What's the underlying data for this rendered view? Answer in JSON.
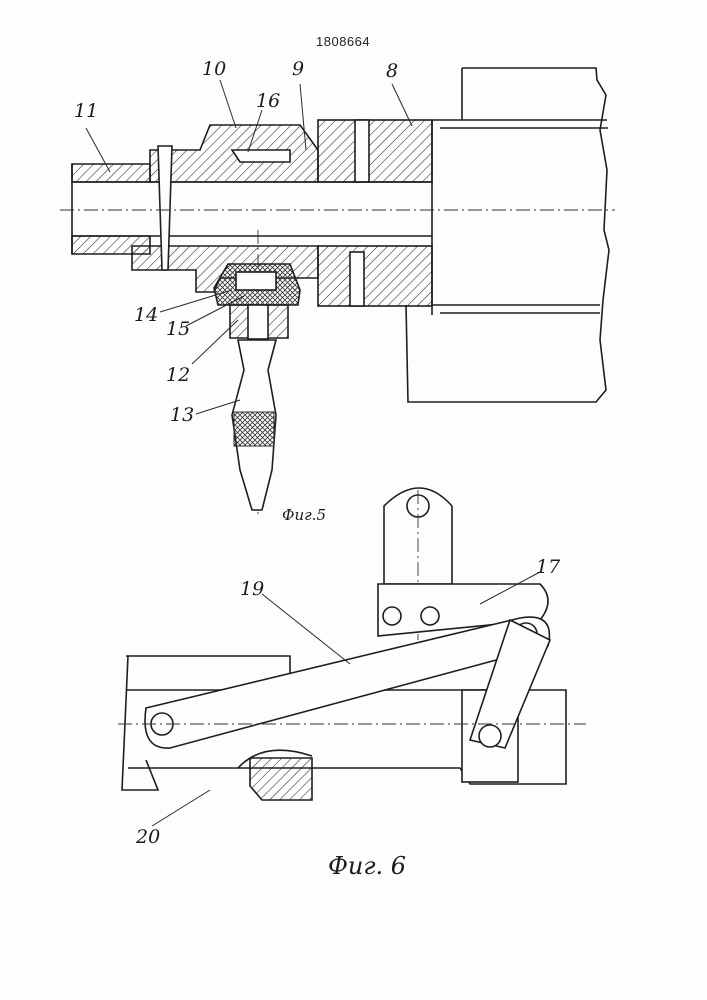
{
  "document": {
    "patent_number": "1808664"
  },
  "figure5": {
    "caption": "Фиг.5",
    "callouts": {
      "c11": "11",
      "c10": "10",
      "c9": "9",
      "c8": "8",
      "c16": "16",
      "c14": "14",
      "c15": "15",
      "c12": "12",
      "c13": "13"
    }
  },
  "figure6": {
    "caption": "Фиг. 6",
    "callouts": {
      "c17": "17",
      "c19": "19",
      "c20": "20"
    }
  },
  "colors": {
    "ink": "#1e1e1e",
    "paper": "#fdfdfb"
  }
}
